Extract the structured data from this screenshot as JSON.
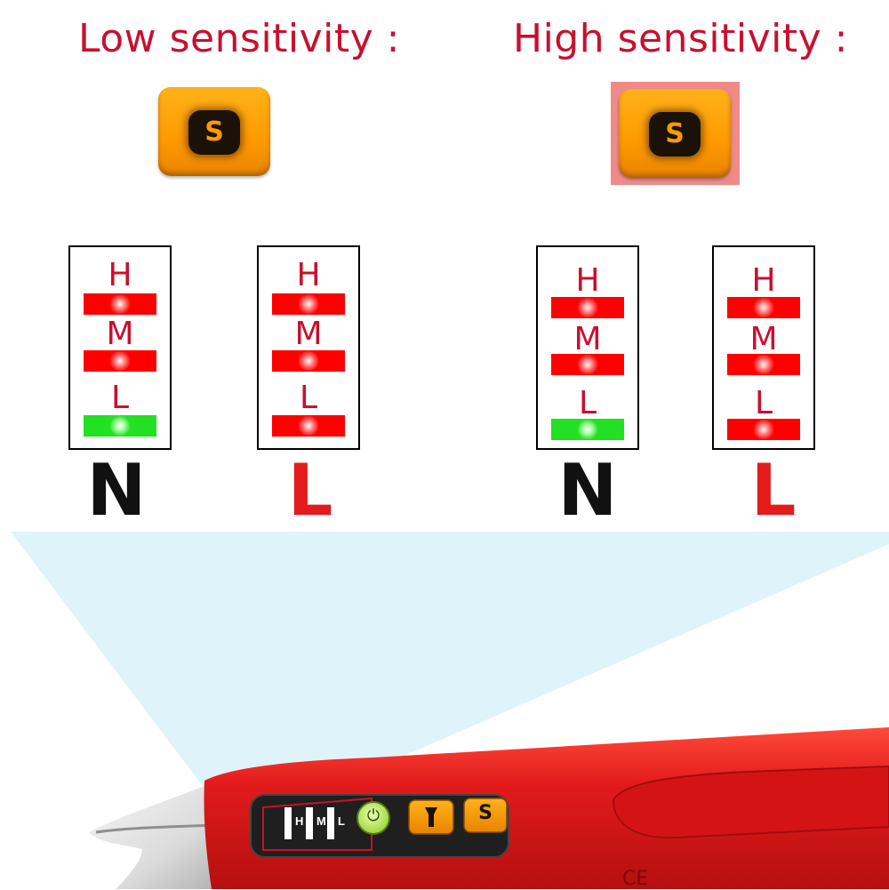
{
  "sections": {
    "low": {
      "heading": "Low sensitivity :"
    },
    "high": {
      "heading": "High sensitivity :"
    }
  },
  "sensitivity_button": {
    "glyph": "S",
    "icon": "s-button-icon"
  },
  "indicators": {
    "levels": [
      "H",
      "M",
      "L"
    ],
    "panels": [
      {
        "wire": "N",
        "states": [
          "red",
          "red",
          "green"
        ]
      },
      {
        "wire": "L",
        "states": [
          "red",
          "red",
          "red"
        ]
      },
      {
        "wire": "N",
        "states": [
          "red",
          "red",
          "green"
        ]
      },
      {
        "wire": "L",
        "states": [
          "red",
          "red",
          "red"
        ]
      }
    ]
  },
  "pen": {
    "panel_labels": [
      "H",
      "M",
      "L"
    ],
    "power_glyph": "⏻",
    "torch_icon": "flashlight-icon",
    "s_glyph": "S",
    "cert_mark": "CE"
  },
  "colors": {
    "heading": "#c8102e",
    "indicator_red": "#ff0000",
    "indicator_green": "#22e022",
    "pen_body": "#e21b1b",
    "button_orange": "#ff9a00",
    "beam": "#dff3fb"
  }
}
